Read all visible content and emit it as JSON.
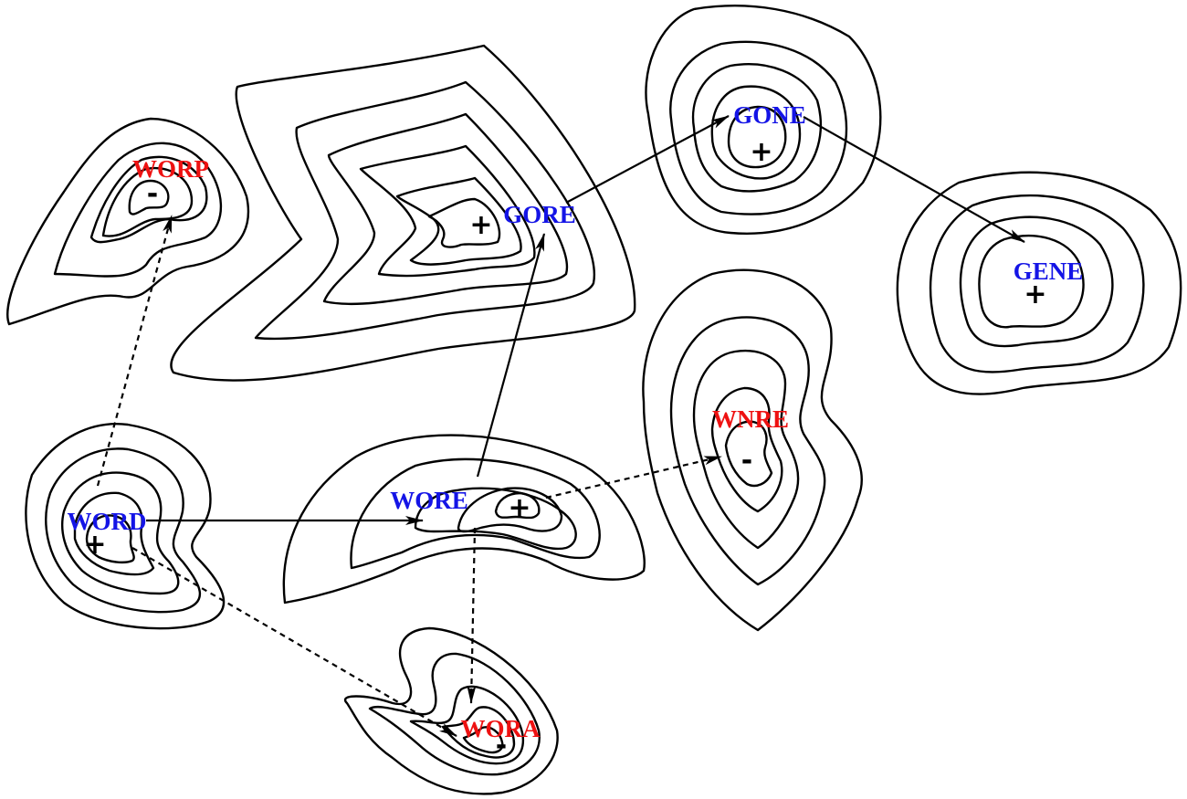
{
  "colors": {
    "positive": "#1414e6",
    "negative": "#ee1111",
    "line": "#000000"
  },
  "nodes": [
    {
      "id": "word",
      "label": "WORD",
      "sign": "+",
      "polarity": "positive"
    },
    {
      "id": "worp",
      "label": "WORP",
      "sign": "-",
      "polarity": "negative"
    },
    {
      "id": "gore",
      "label": "GORE",
      "sign": "+",
      "polarity": "positive"
    },
    {
      "id": "gone",
      "label": "GONE",
      "sign": "+",
      "polarity": "positive"
    },
    {
      "id": "gene",
      "label": "GENE",
      "sign": "+",
      "polarity": "positive"
    },
    {
      "id": "wore",
      "label": "WORE",
      "sign": "+",
      "polarity": "positive"
    },
    {
      "id": "wnre",
      "label": "WNRE",
      "sign": "-",
      "polarity": "negative"
    },
    {
      "id": "wora",
      "label": "WORA",
      "sign": "-",
      "polarity": "negative"
    }
  ],
  "edges": [
    {
      "from": "word",
      "to": "wore",
      "style": "solid"
    },
    {
      "from": "wore",
      "to": "gore",
      "style": "solid"
    },
    {
      "from": "gore",
      "to": "gone",
      "style": "solid"
    },
    {
      "from": "gone",
      "to": "gene",
      "style": "solid"
    },
    {
      "from": "word",
      "to": "worp",
      "style": "dashed"
    },
    {
      "from": "word",
      "to": "wora",
      "style": "dashed"
    },
    {
      "from": "wore",
      "to": "wora",
      "style": "dashed"
    },
    {
      "from": "wore",
      "to": "wnre",
      "style": "dashed"
    }
  ]
}
